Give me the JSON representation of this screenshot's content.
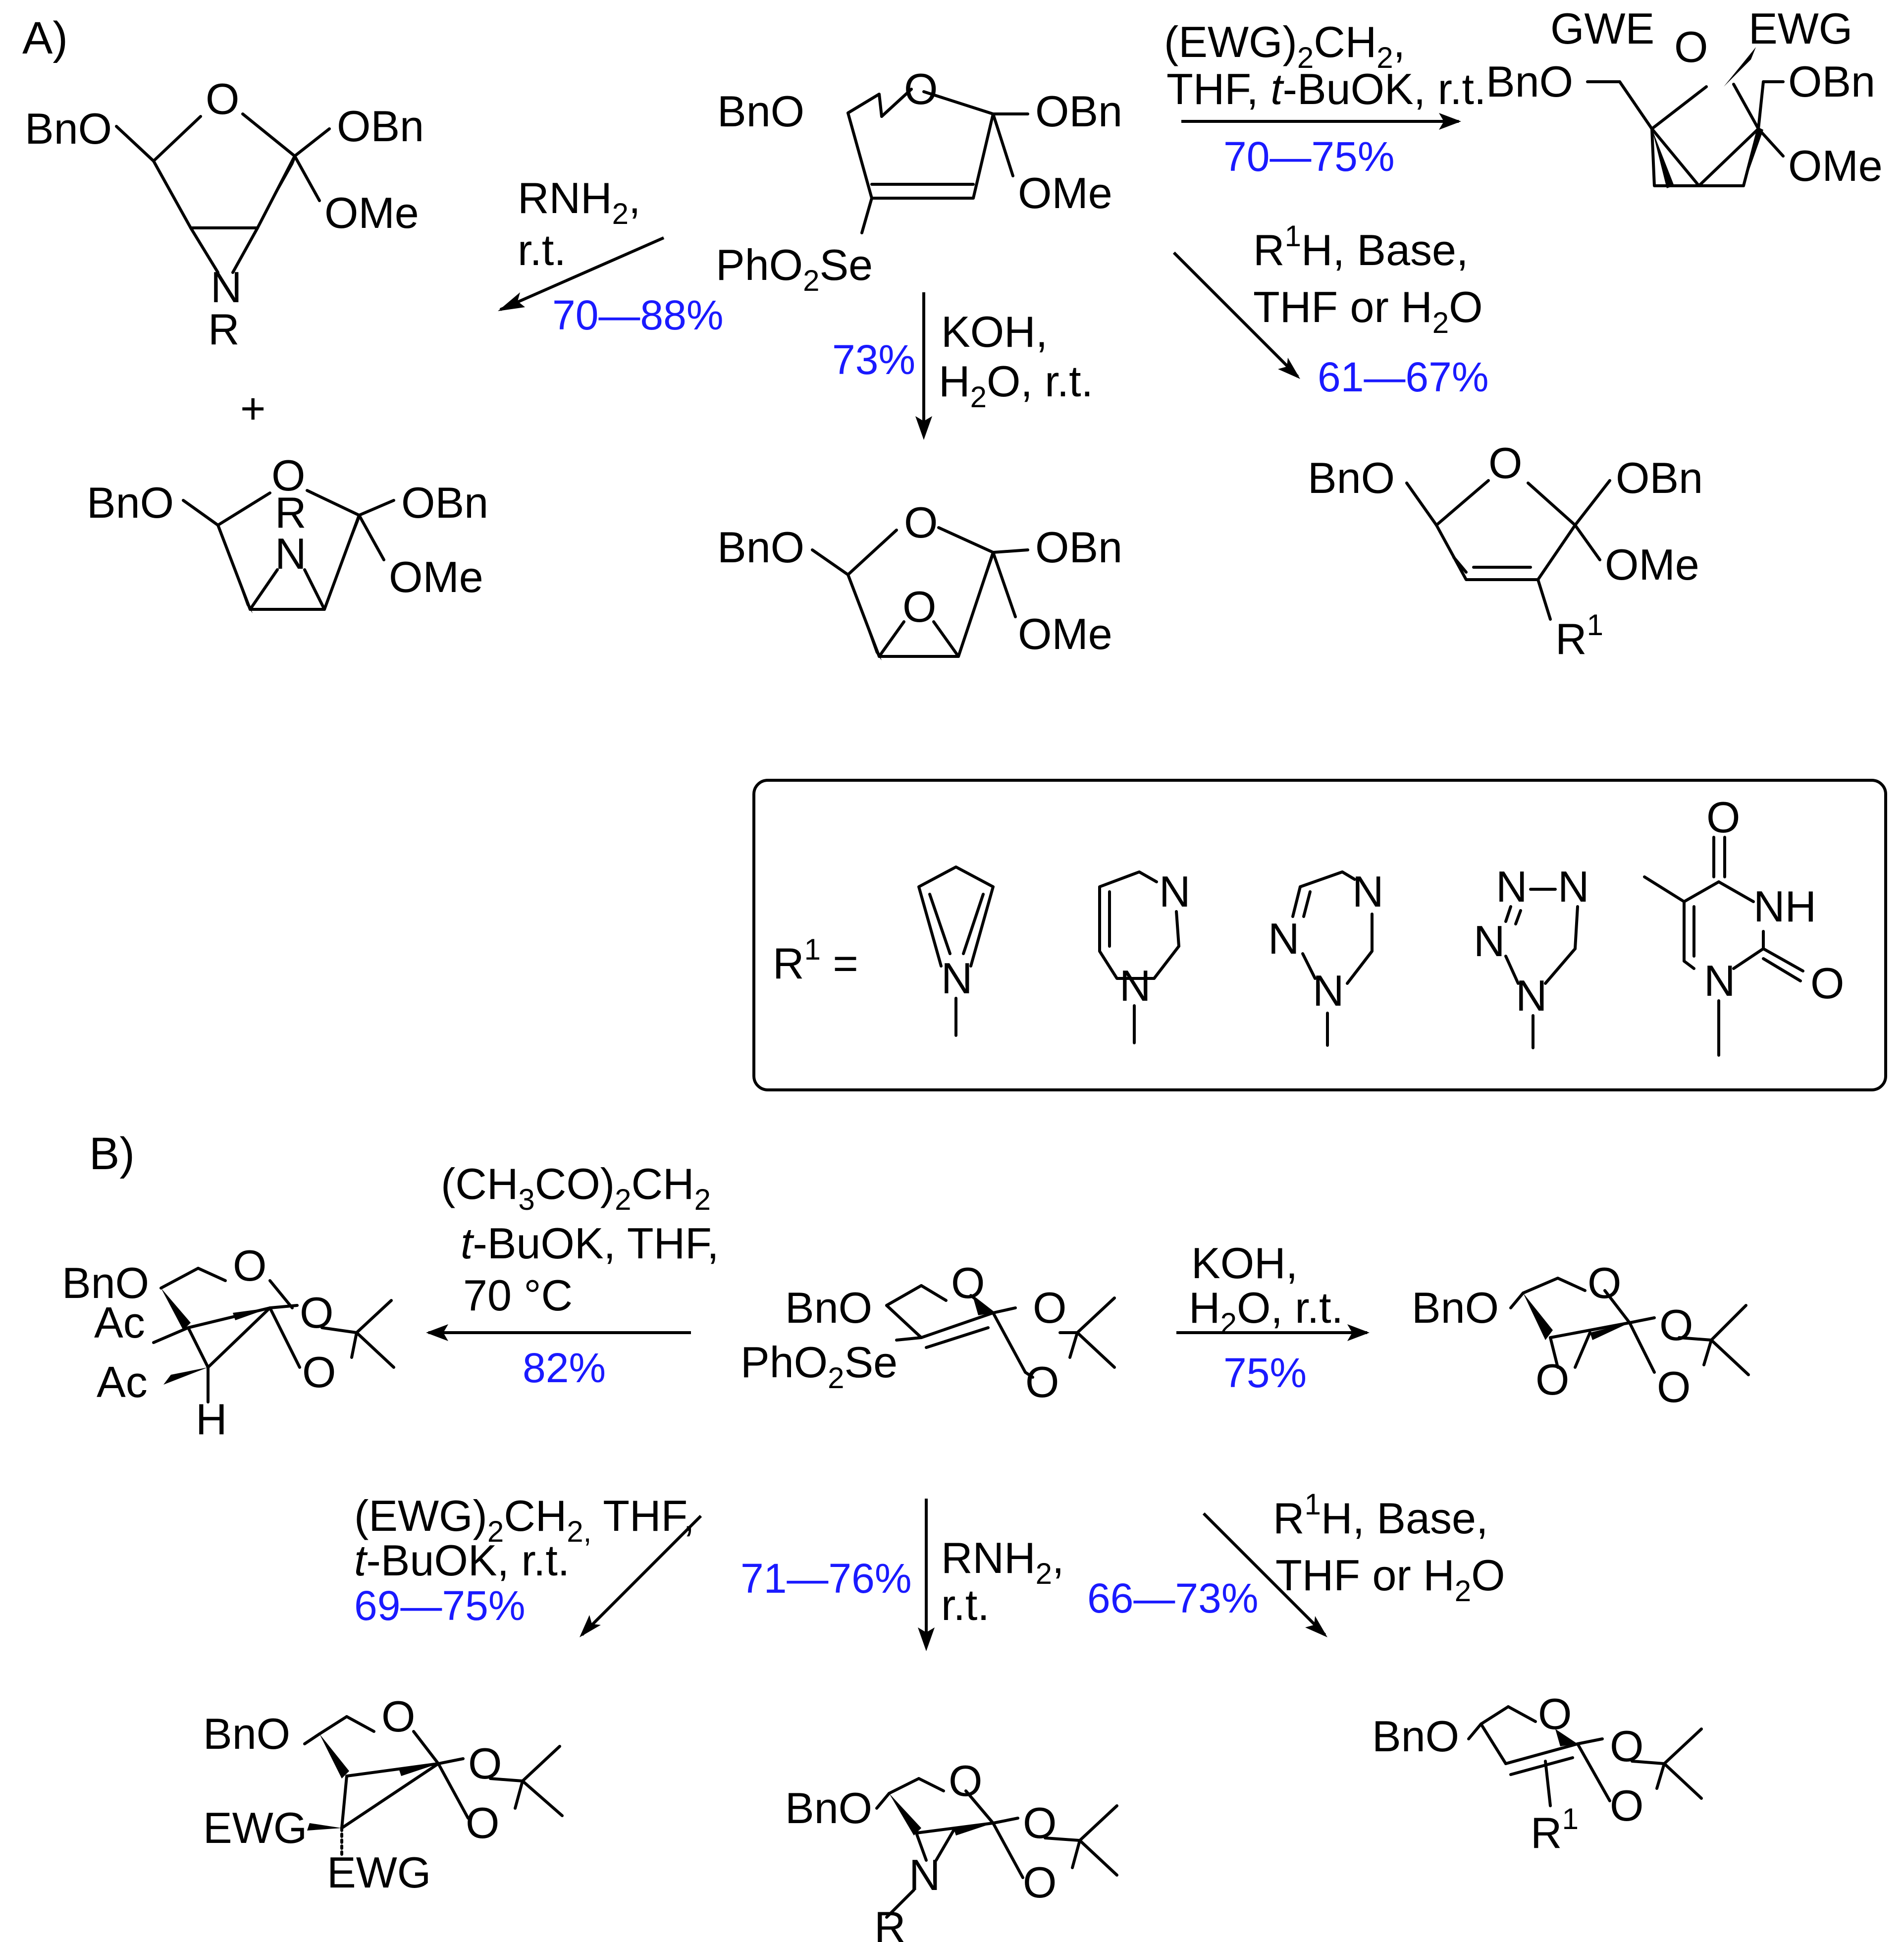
{
  "panels": {
    "a": "A)",
    "b": "B)"
  },
  "groups": {
    "bno": "BnO",
    "obn": "OBn",
    "ome": "OMe",
    "o": "O",
    "n": "N",
    "nh": "NH",
    "r": "R",
    "h": "H",
    "ac": "Ac",
    "ewg": "EWG",
    "gwe": "GWE",
    "r1": "R",
    "sup1": "1",
    "phso2se_a": "PhO",
    "phso2se_sub": "2",
    "phso2se_b": "Se",
    "plus": "+",
    "r1_eq_a": "R",
    "r1_eq_b": "1",
    "r1_eq_c": " ="
  },
  "scheme_a": {
    "cond_top": {
      "l1a": "(EWG)",
      "l1sub": "2",
      "l1b": "CH",
      "l1sub2": "2",
      "l1c": ",",
      "l2a": "THF, ",
      "l2b": "t",
      "l2c": "-BuOK, r.t.",
      "yield": "70—75%"
    },
    "cond_left": {
      "l1a": "RNH",
      "l1sub": "2",
      "l1b": ",",
      "l2": "r.t.",
      "yield": "70—88%"
    },
    "cond_down": {
      "l1": "KOH,",
      "l2a": "H",
      "l2sub": "2",
      "l2b": "O, r.t.",
      "yield": "73%"
    },
    "cond_right": {
      "l1a": "R",
      "l1sup": "1",
      "l1b": "H, Base,",
      "l2a": "THF or H",
      "l2sub": "2",
      "l2b": "O",
      "yield": "61—67%"
    }
  },
  "scheme_b": {
    "cond_left": {
      "l1a": "(CH",
      "l1sub": "3",
      "l1b": "CO)",
      "l1sub2": "2",
      "l1c": "CH",
      "l1sub3": "2",
      "l2a": "t",
      "l2b": "-BuOK, THF,",
      "l3": "70 °C",
      "yield": "82%"
    },
    "cond_right": {
      "l1": "KOH,",
      "l2a": "H",
      "l2sub": "2",
      "l2b": "O, r.t.",
      "yield": "75%"
    },
    "cond_dl": {
      "l1a": "(EWG)",
      "l1sub": "2",
      "l1b": "CH",
      "l1sub2": "2,",
      "l1c": " THF,",
      "l2a": "t",
      "l2b": "-BuOK, r.t.",
      "yield": "69—75%"
    },
    "cond_dm": {
      "l1a": "RNH",
      "l1sub": "2",
      "l1b": ",",
      "l2": "r.t.",
      "yield": "71—76%"
    },
    "cond_dr": {
      "l1a": "R",
      "l1sup": "1",
      "l1b": "H, Base,",
      "l2a": "THF or H",
      "l2sub": "2",
      "l2b": "O",
      "yield": "66—73%"
    }
  }
}
